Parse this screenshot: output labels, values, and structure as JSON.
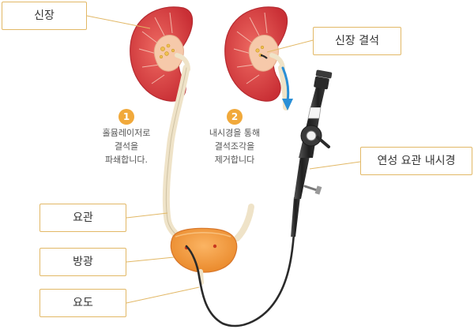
{
  "labels": {
    "kidney": "신장",
    "kidney_stone": "신장 결석",
    "flexible_ureteroscope": "연성 요관 내시경",
    "ureter": "요관",
    "bladder": "방광",
    "urethra": "요도"
  },
  "steps": [
    {
      "number": "1",
      "lines": [
        "홀뮴레이저로",
        "결석을",
        "파쇄합니다."
      ]
    },
    {
      "number": "2",
      "lines": [
        "내시경을 통해",
        "결석조각을",
        "제거합니다"
      ]
    }
  ],
  "colors": {
    "kidney_outer": "#d83a3f",
    "kidney_inner": "#f5c0a8",
    "urine_tract": "#efe3c8",
    "bladder": "#f09a3e",
    "stone": "#f0c050",
    "scope": "#2a2a2a",
    "label_border": "#e2b866",
    "step_badge": "#f1a93b",
    "arrow": "#2a8fd6"
  }
}
